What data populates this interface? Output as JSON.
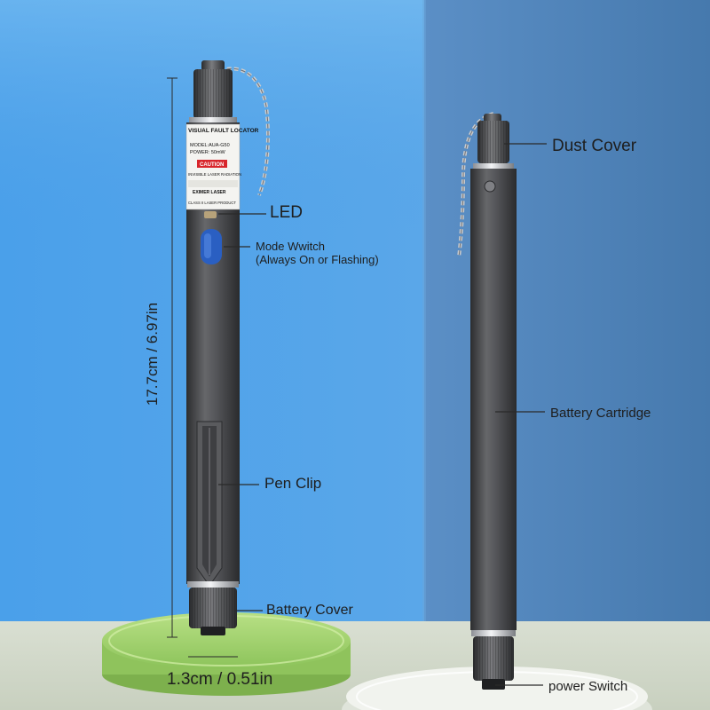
{
  "labels": {
    "led": "LED",
    "mode_switch_line1": "Mode Wwitch",
    "mode_switch_line2": "(Always On or Flashing)",
    "pen_clip": "Pen Clip",
    "battery_cover": "Battery Cover",
    "dust_cover": "Dust Cover",
    "battery_cartridge": "Battery Cartridge",
    "power_switch": "power Switch",
    "length_dim": "17.7cm / 6.97in",
    "diameter_dim": "1.3cm / 0.51in"
  },
  "sticker": {
    "brand_line": "VISUAL FAULT LOCATOR",
    "model_line": "MODEL:AUA-G50",
    "power_line": "POWER: 50mW",
    "caution": "CAUTION",
    "warning_line": "INVISIBLE LASER RADIATION",
    "laser_line": "EXIMER LASER",
    "class_line": "CLASS II LASER PRODUCT"
  },
  "colors": {
    "bg_left": "#4f9fe6",
    "bg_right": "#4a7eb5",
    "pen_body": "#4e4f51",
    "mode_button": "#2a5fc2",
    "pedestal_green": "#a9d776",
    "pedestal_white": "#eef1e9"
  }
}
